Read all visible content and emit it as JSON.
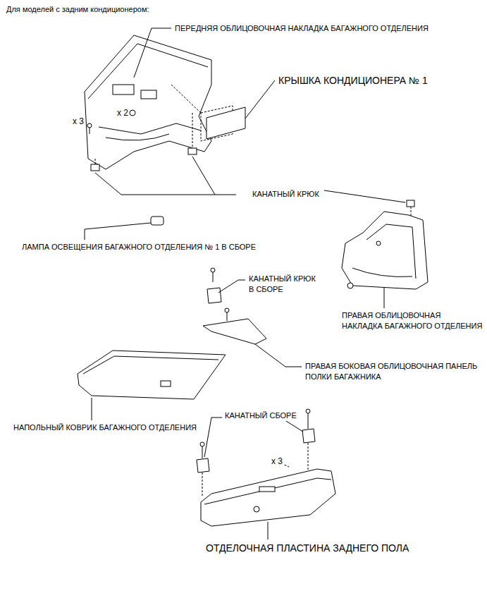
{
  "diagram": {
    "title": "Для моделей с задним кондиционером:",
    "labels": [
      "ПЕРЕДНЯЯ ОБЛИЦОВОЧНАЯ НАКЛАДКА БАГАЖНОГО ОТДЕЛЕНИЯ",
      "x 2",
      "x 3",
      "КРЫШКА КОНДИЦИОНЕРА № 1",
      "КАНАТНЫЙ КРЮК",
      "ЛАМПА ОСВЕЩЕНИЯ БАГАЖНОГО ОТДЕЛЕНИЯ № 1 В СБОРЕ",
      "КАНАТНЫЙ КРЮК В СБОРЕ",
      "ПРАВАЯ ОБЛИЦОВОЧНАЯ НАКЛАДКА БАГАЖНОГО ОТДЕЛЕНИЯ",
      "ПРАВАЯ БОКОВАЯ ОБЛИЦОВОЧНАЯ ПАНЕЛЬ ПОЛКИ БАГАЖНИКА",
      "НАПОЛЬНЫЙ КОВРИК БАГАЖНОГО ОТДЕЛЕНИЯ",
      "КАНАТНЫЙ СБОРЕ",
      "x 3",
      "ОТДЕЛОЧНАЯ ПЛАСТИНА ЗАДНЕГО ПОЛА"
    ]
  }
}
